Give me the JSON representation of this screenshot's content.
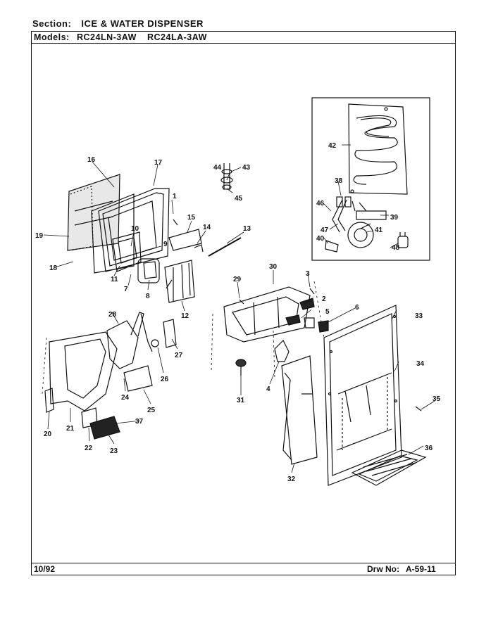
{
  "header": {
    "section_label": "Section:",
    "section_value": "ICE & WATER DISPENSER",
    "models_label": "Models:",
    "models": [
      "RC24LN-3AW",
      "RC24LA-3AW"
    ]
  },
  "footer": {
    "date": "10/92",
    "drawing_label": "Drw No:",
    "drawing_number": "A-59-11"
  },
  "part_callouts": [
    "1",
    "2",
    "3",
    "4",
    "5",
    "6",
    "7",
    "8",
    "9",
    "10",
    "11",
    "12",
    "13",
    "14",
    "15",
    "16",
    "17",
    "18",
    "19",
    "20",
    "21",
    "22",
    "23",
    "24",
    "25",
    "26",
    "27",
    "28",
    "29",
    "30",
    "31",
    "32",
    "33",
    "34",
    "35",
    "36",
    "37",
    "38",
    "39",
    "40",
    "41",
    "42",
    "43",
    "44",
    "45",
    "46",
    "47",
    "48"
  ]
}
